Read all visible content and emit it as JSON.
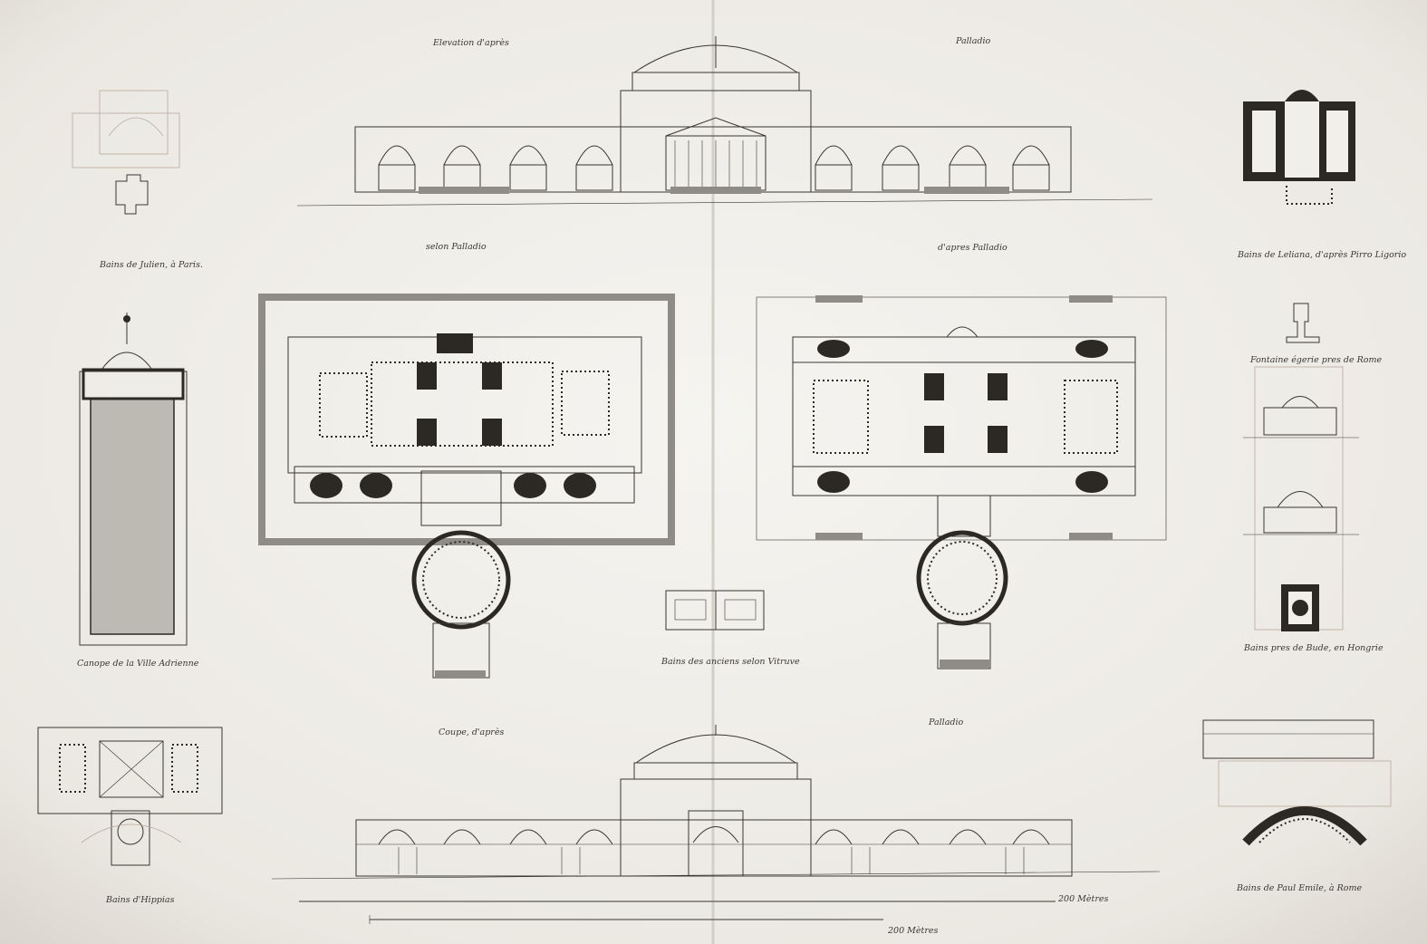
{
  "captions": {
    "elevation_left": "Elevation d'après",
    "elevation_right": "Palladio",
    "plan_left": "selon Palladio",
    "plan_right": "d'apres Palladio",
    "julien": "Bains de Julien, à Paris.",
    "leliana": "Bains de Leliana, d'après Pirro Ligorio",
    "fontaine": "Fontaine égerie pres de Rome",
    "canope": "Canope de la Ville Adrienne",
    "vitruve": "Bains des anciens selon Vitruve",
    "bude": "Bains pres de Bude, en Hongrie",
    "coupe_left": "Coupe, d'après",
    "coupe_right": "Palladio",
    "hippias": "Bains d'Hippias",
    "paul_emile": "Bains de Paul Emile, à Rome",
    "scale_1": "200 Mètres",
    "scale_2": "200 Mètres"
  },
  "colors": {
    "paper": "#f1efea",
    "ink": "#2c2925",
    "wash": "#8f8c88",
    "stain": "#c8b29c"
  }
}
